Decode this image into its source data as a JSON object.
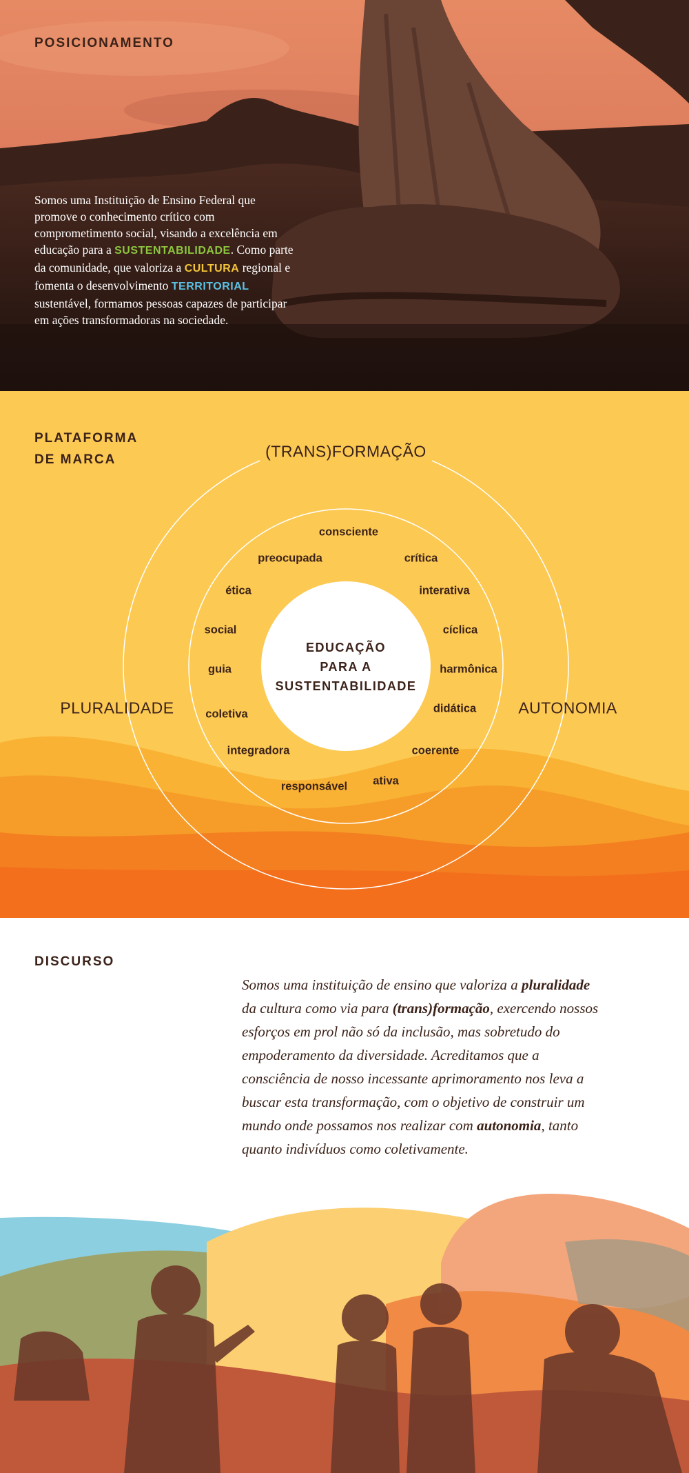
{
  "posicionamento": {
    "title": "POSICIONAMENTO",
    "text_a": "Somos uma Instituição de Ensino Federal que promove o conhecimento crítico com comprometimento social, visando a excelência em educação para a ",
    "hl_sustentabilidade": "SUSTENTABILIDADE",
    "text_b": ". Como parte da comunidade, que valoriza a ",
    "hl_cultura": "CULTURA",
    "text_c": " regional e fomenta o desenvolvimento ",
    "hl_territorial": "TERRITORIAL",
    "text_d": " sustentável, formamos pessoas capazes de participar em ações transformadoras na sociedade."
  },
  "plataforma": {
    "title_line1": "PLATAFORMA",
    "title_line2": "DE MARCA",
    "top_label": "(TRANS)FORMAÇÃO",
    "left_label": "PLURALIDADE",
    "right_label": "AUTONOMIA",
    "center_line1": "EDUCAÇÃO",
    "center_line2": "PARA A",
    "center_line3": "SUSTENTABILIDADE",
    "words": {
      "consciente": "consciente",
      "preocupada": "preocupada",
      "critica": "crítica",
      "etica": "ética",
      "interativa": "interativa",
      "social": "social",
      "ciclica": "cíclica",
      "guia": "guia",
      "harmonica": "harmônica",
      "coletiva": "coletiva",
      "didatica": "didática",
      "integradora": "integradora",
      "coerente": "coerente",
      "responsavel": "responsável",
      "ativa": "ativa"
    }
  },
  "discurso": {
    "title": "DISCURSO",
    "t1": "Somos uma instituição de ensino que valoriza a ",
    "b_pluralidade": "pluralidade",
    "t2": " da cultura como via para ",
    "b_transformacao": "(trans)formação",
    "t3": ", exercendo nossos esforços em prol não só da inclusão, mas sobretudo do empoderamento da diversidade. Acreditamos que a consciência de nosso incessante aprimoramento nos leva a buscar esta transformação, com o objetivo de construir um mundo onde possamos nos realizar com ",
    "b_autonomia": "autonomia",
    "t4": ", tanto quanto indivíduos como coletivamente."
  },
  "colors": {
    "brown": "#3b2219",
    "yellow": "#fcc953",
    "orange": "#f47b20",
    "green": "#8dc63f",
    "blue": "#5bc3e6",
    "highlight_yellow": "#f5c53a"
  }
}
